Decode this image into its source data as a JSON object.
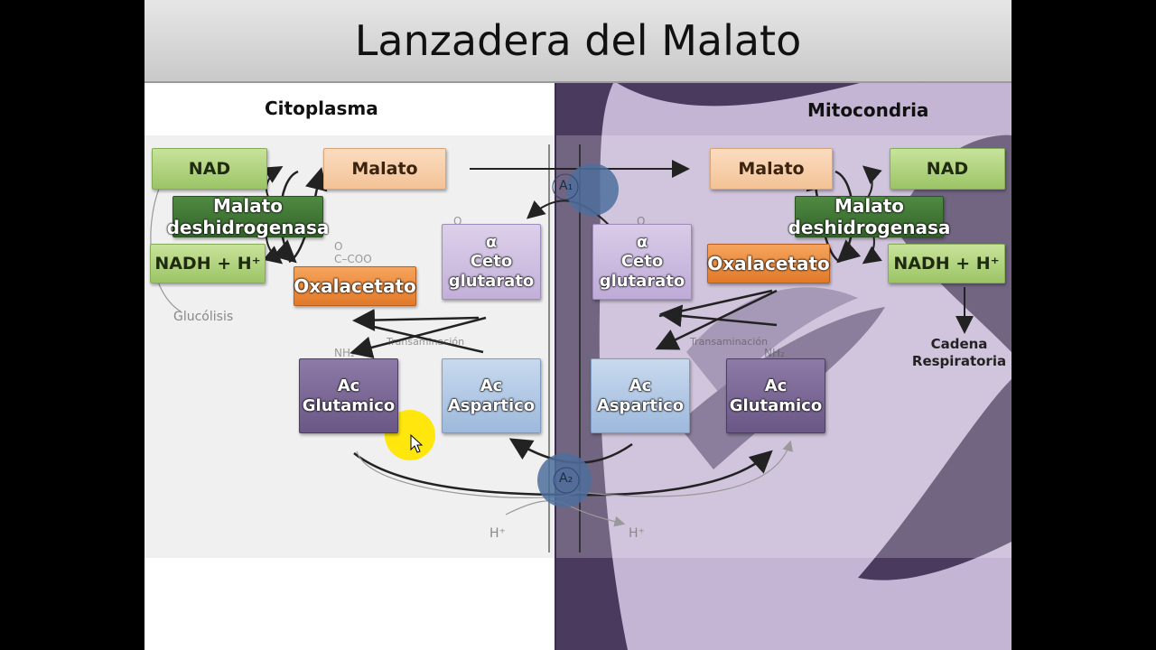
{
  "slide": {
    "title": "Lanzadera del Malato",
    "regions": {
      "left": "Citoplasma",
      "right": "Mitocondria"
    }
  },
  "cytoplasm": {
    "nad": "NAD",
    "malato": "Malato",
    "enzyme_line1": "Malato",
    "enzyme_line2": "deshidrogenasa",
    "nadh": "NADH + H⁺",
    "oxalacetato": "Oxalacetato",
    "cetoglutarato_line1": "α",
    "cetoglutarato_line2": "Ceto",
    "cetoglutarato_line3": "glutarato",
    "glutamico_line1": "Ac",
    "glutamico_line2": "Glutamico",
    "aspartico_line1": "Ac",
    "aspartico_line2": "Aspartico",
    "glucolisis": "Glucólisis",
    "transaminacion": "Transaminación",
    "h_plus": "H⁺"
  },
  "mitochondria": {
    "nad": "NAD",
    "malato": "Malato",
    "enzyme_line1": "Malato",
    "enzyme_line2": "deshidrogenasa",
    "nadh": "NADH + H⁺",
    "oxalacetato": "Oxalacetato",
    "cetoglutarato_line1": "α",
    "cetoglutarato_line2": "Ceto",
    "cetoglutarato_line3": "glutarato",
    "aspartico_line1": "Ac",
    "aspartico_line2": "Aspartico",
    "glutamico_line1": "Ac",
    "glutamico_line2": "Glutamico",
    "cadena_line1": "Cadena",
    "cadena_line2": "Respiratoria",
    "transaminacion": "Transaminación",
    "h_plus": "H⁺"
  },
  "transporters": {
    "a1": "A₁",
    "a2": "A₂"
  },
  "colors": {
    "green": "#a8cf74",
    "dark_green": "#3d7333",
    "peach": "#f6cda6",
    "orange": "#e98b3a",
    "lilac": "#cdbde0",
    "purple": "#7a6895",
    "blue": "#b2c9e6",
    "mito_dark": "#4a3a5e",
    "mito_light": "#c9bcd9",
    "transporter": "#4d6f9c",
    "pointer": "#ffe600"
  }
}
